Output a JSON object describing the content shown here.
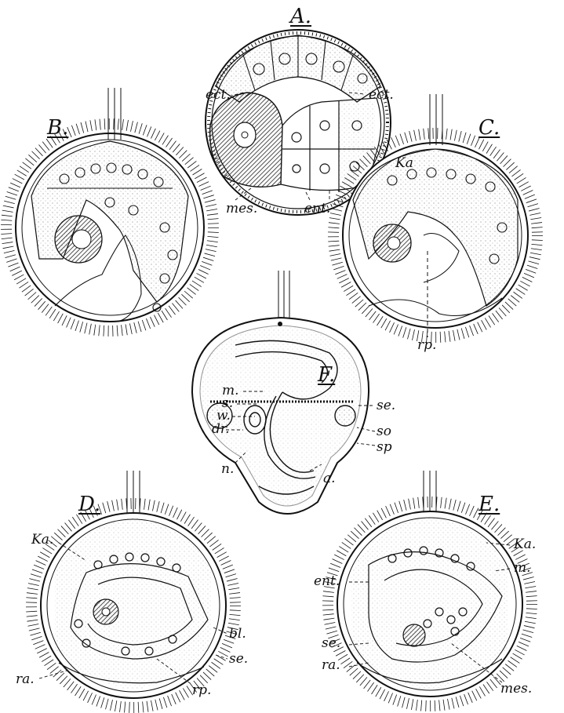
{
  "figures": {
    "A": {
      "letter": "A.",
      "labels": {
        "ect_left": "ect.",
        "ect_right": "ect.",
        "mes": "mes.",
        "ent": "ent."
      }
    },
    "B": {
      "letter": "B."
    },
    "C": {
      "letter": "C.",
      "labels": {
        "ka": "Ka",
        "rp": "rp."
      }
    },
    "F": {
      "letter": "F.",
      "labels": {
        "m": "m.",
        "s": "s.",
        "w": "w.",
        "dr": "dr.",
        "n": "n.",
        "se": "se.",
        "so": "so",
        "sp": "sp",
        "a": "a."
      }
    },
    "D": {
      "letter": "D.",
      "labels": {
        "ka": "Ka.",
        "bl": "bl.",
        "se": "se.",
        "ra": "ra.",
        "rp": "rp."
      }
    },
    "E": {
      "letter": "E.",
      "labels": {
        "ka": "Ka.",
        "m": "m.",
        "ent": "ent.",
        "se": "se.",
        "ra": "ra.",
        "mes": "mes."
      }
    }
  },
  "colors": {
    "ink": "#111111",
    "stipple": "#9a9a9a",
    "hatch": "#333333",
    "paper": "#ffffff"
  }
}
